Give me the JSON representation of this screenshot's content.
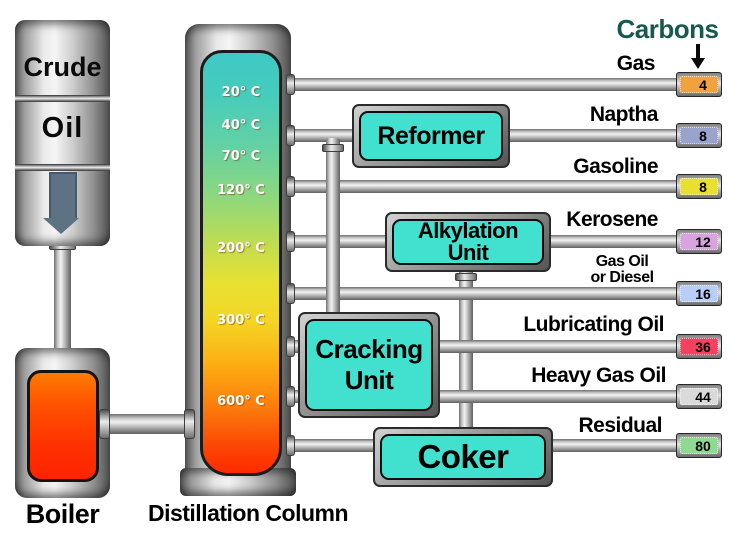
{
  "crude_oil": {
    "line1": "Crude",
    "line2": "Oil"
  },
  "boiler": {
    "label": "Boiler"
  },
  "column": {
    "label": "Distillation Column",
    "temperatures": [
      "20° C",
      "40° C",
      "70° C",
      "120° C",
      "200° C",
      "300° C",
      "600° C"
    ]
  },
  "units": {
    "reformer": "Reformer",
    "alkylation_line1": "Alkylation",
    "alkylation_line2": "Unit",
    "cracking_line1": "Cracking",
    "cracking_line2": "Unit",
    "coker": "Coker"
  },
  "carbons": {
    "title": "Carbons",
    "title_color": "#17594e"
  },
  "products": [
    {
      "name": "Gas",
      "carbons": "4",
      "color": "#f0a23f"
    },
    {
      "name": "Naptha",
      "carbons": "8",
      "color": "#9aa3cb"
    },
    {
      "name": "Gasoline",
      "carbons": "8",
      "color": "#e8e02f"
    },
    {
      "name": "Kerosene",
      "carbons": "12",
      "color": "#d9a3e0"
    },
    {
      "name": "Gas Oil or Diesel",
      "name_line1": "Gas Oil",
      "name_line2": "or Diesel",
      "carbons": "16",
      "color": "#b8cdf8"
    },
    {
      "name": "Lubricating Oil",
      "carbons": "36",
      "color": "#f5415f"
    },
    {
      "name": "Heavy Gas Oil",
      "carbons": "44",
      "color": "#dadada"
    },
    {
      "name": "Residual",
      "carbons": "80",
      "color": "#8fda92"
    }
  ],
  "colors": {
    "unit_fill": "#41e0cf",
    "column_top": "#3fc9c6",
    "column_mid": "#e8e132",
    "column_bottom": "#ff2a00",
    "fire_top": "#ff7b00",
    "fire_bottom": "#ff2400"
  }
}
